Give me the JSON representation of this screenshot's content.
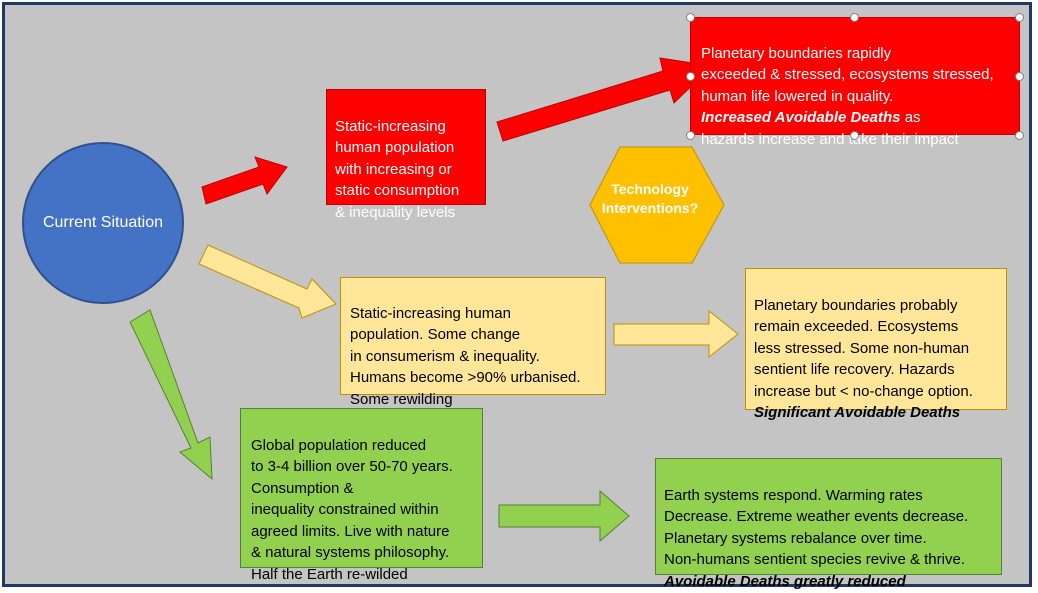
{
  "diagram": {
    "start_node": {
      "label": "Current Situation"
    },
    "hexagon": {
      "label": "Technology\nInterventions?"
    },
    "red_path": {
      "middle": "Static-increasing\nhuman population\nwith increasing or\nstatic consumption\n& inequality levels",
      "outcome_text": "Planetary boundaries rapidly\nexceeded & stressed, ecosystems stressed,\nhuman life lowered in quality.",
      "outcome_emph": "Increased Avoidable Deaths",
      "outcome_tail": " as\nhazards increase and take their impact"
    },
    "yellow_path": {
      "middle": "Static-increasing human\npopulation. Some change\nin consumerism & inequality.\nHumans become >90% urbanised.\nSome rewilding",
      "outcome_text": "Planetary boundaries probably\nremain exceeded.  Ecosystems\nless stressed.  Some non-human\nsentient life recovery. Hazards\nincrease but < no-change option.",
      "outcome_emph": "Significant Avoidable Deaths"
    },
    "green_path": {
      "middle": "Global population reduced\nto 3-4 billion over 50-70 years.\nConsumption &\ninequality constrained within\nagreed limits. Live with nature\n& natural systems philosophy.\nHalf the Earth re-wilded",
      "outcome_text": "Earth systems respond.  Warming rates\nDecrease. Extreme weather events decrease.\nPlanetary systems rebalance over time.\nNon-humans sentient species revive & thrive.",
      "outcome_emph": "Avoidable Deaths greatly reduced"
    },
    "colors": {
      "background": "#c4c4c4",
      "border": "#1f3864",
      "circle": "#4472c4",
      "hexagon": "#ffc000",
      "red": "#ff0000",
      "yellow": "#ffe699",
      "green": "#92d050"
    }
  }
}
